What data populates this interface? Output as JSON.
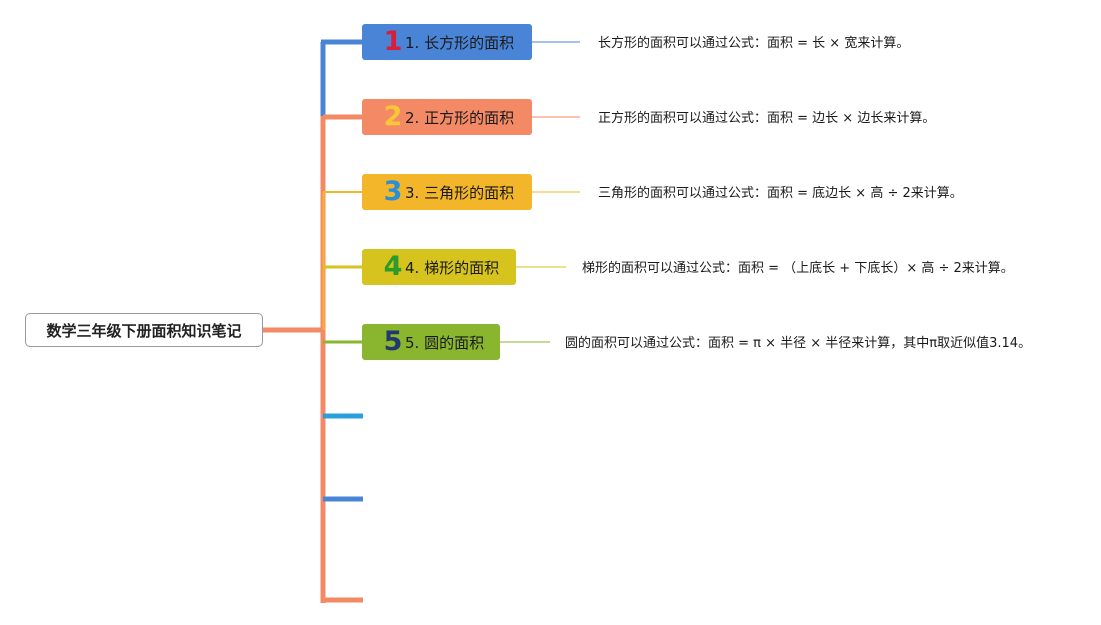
{
  "root": {
    "label": "数学三年级下册面积知识笔记"
  },
  "topics": [
    {
      "num": "1",
      "label": "1. 长方形的面积",
      "note": "长方形的面积可以通过公式：面积 = 长 × 宽来计算。",
      "color": "#4a84d6",
      "num_color": "#d81e3a"
    },
    {
      "num": "2",
      "label": "2. 正方形的面积",
      "note": "正方形的面积可以通过公式：面积 = 边长 × 边长来计算。",
      "color": "#f48a65",
      "num_color": "#f8c636"
    },
    {
      "num": "3",
      "label": "3. 三角形的面积",
      "note": "三角形的面积可以通过公式：面积 = 底边长 × 高 ÷ 2来计算。",
      "color": "#f3b62a",
      "num_color": "#2a8fd8"
    },
    {
      "num": "4",
      "label": "4. 梯形的面积",
      "note": "梯形的面积可以通过公式：面积 = （上底长 + 下底长）× 高 ÷ 2来计算。",
      "color": "#d6c31e",
      "num_color": "#2e9a2a"
    },
    {
      "num": "5",
      "label": "5. 圆的面积",
      "note": "圆的面积可以通过公式：面积 = π × 半径 × 半径来计算，其中π取近似值3.14。",
      "color": "#8ab52f",
      "num_color": "#22386e"
    }
  ],
  "empty_branches": [
    {
      "color": "#2a9fdc"
    },
    {
      "color": "#4a84d6"
    },
    {
      "color": "#f48a65"
    }
  ],
  "trunk_color": "#f48a65"
}
